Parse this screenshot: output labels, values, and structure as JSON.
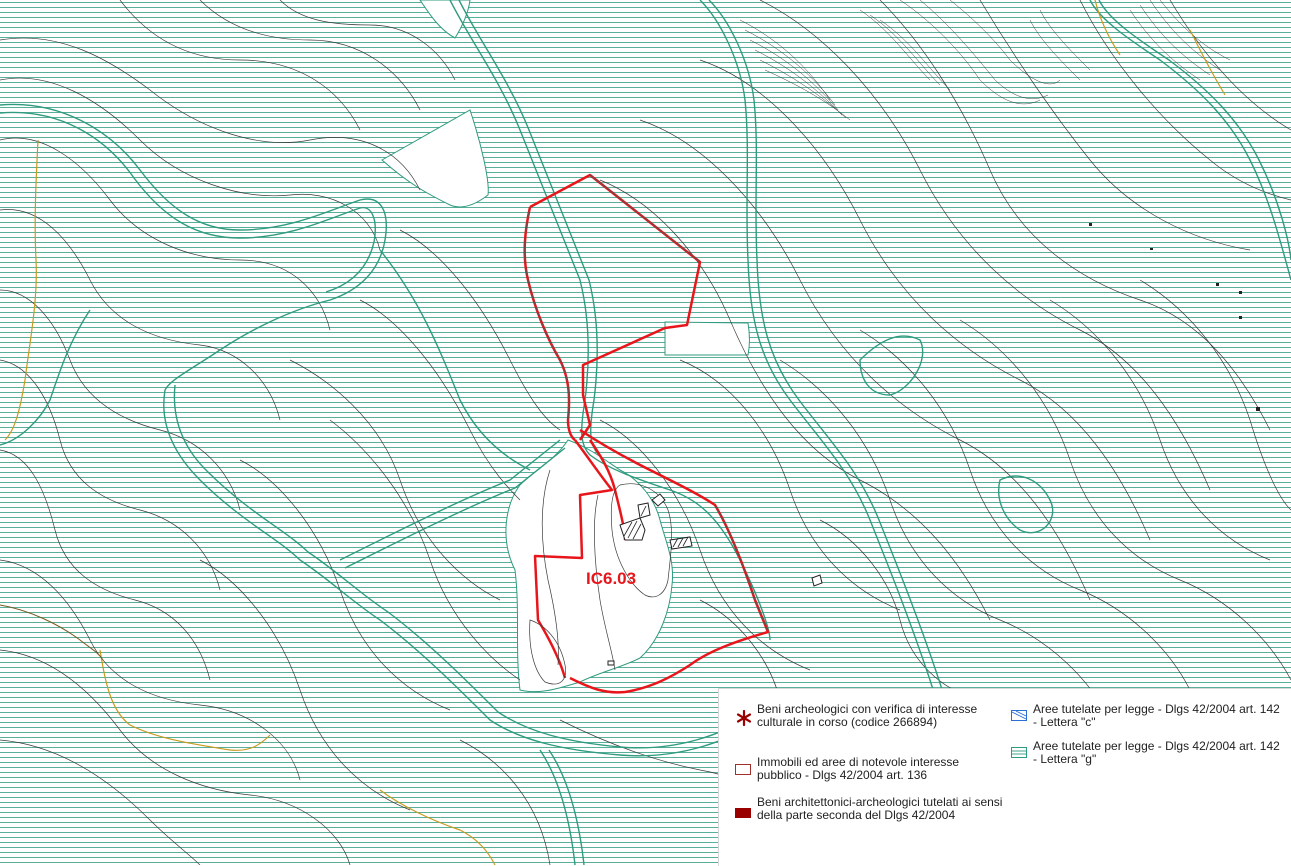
{
  "map": {
    "area_label": "IC6.03",
    "colors": {
      "hatch": "#2f9b7f",
      "contour": "#3b3b3b",
      "boundary": "#e8161b",
      "river_band": "#2f9b7f",
      "path_orange": "#c99b1e",
      "building_hatch": "#222222"
    }
  },
  "legend": {
    "items": [
      {
        "icon": "asterisk-icon",
        "color": "#9b0000",
        "label": "Beni archeologici con verifica di interesse culturale in corso (codice 266894)"
      },
      {
        "icon": "outline-rect-icon",
        "color": "#a0302c",
        "label": "Immobili ed aree di notevole interesse pubblico - Dlgs 42/2004 art. 136"
      },
      {
        "icon": "filled-rect-icon",
        "color": "#9b0000",
        "label": "Beni architettonici-archeologici tutelati ai sensi della parte seconda del Dlgs 42/2004"
      },
      {
        "icon": "blue-hatch-rect-icon",
        "color": "#2a6fd6",
        "label": "Aree tutelate per legge - Dlgs 42/2004 art. 142 - Lettera \"c\""
      },
      {
        "icon": "green-hatch-rect-icon",
        "color": "#2f9b7f",
        "label": "Aree tutelate per legge - Dlgs 42/2004 art. 142 - Lettera \"g\""
      }
    ]
  }
}
